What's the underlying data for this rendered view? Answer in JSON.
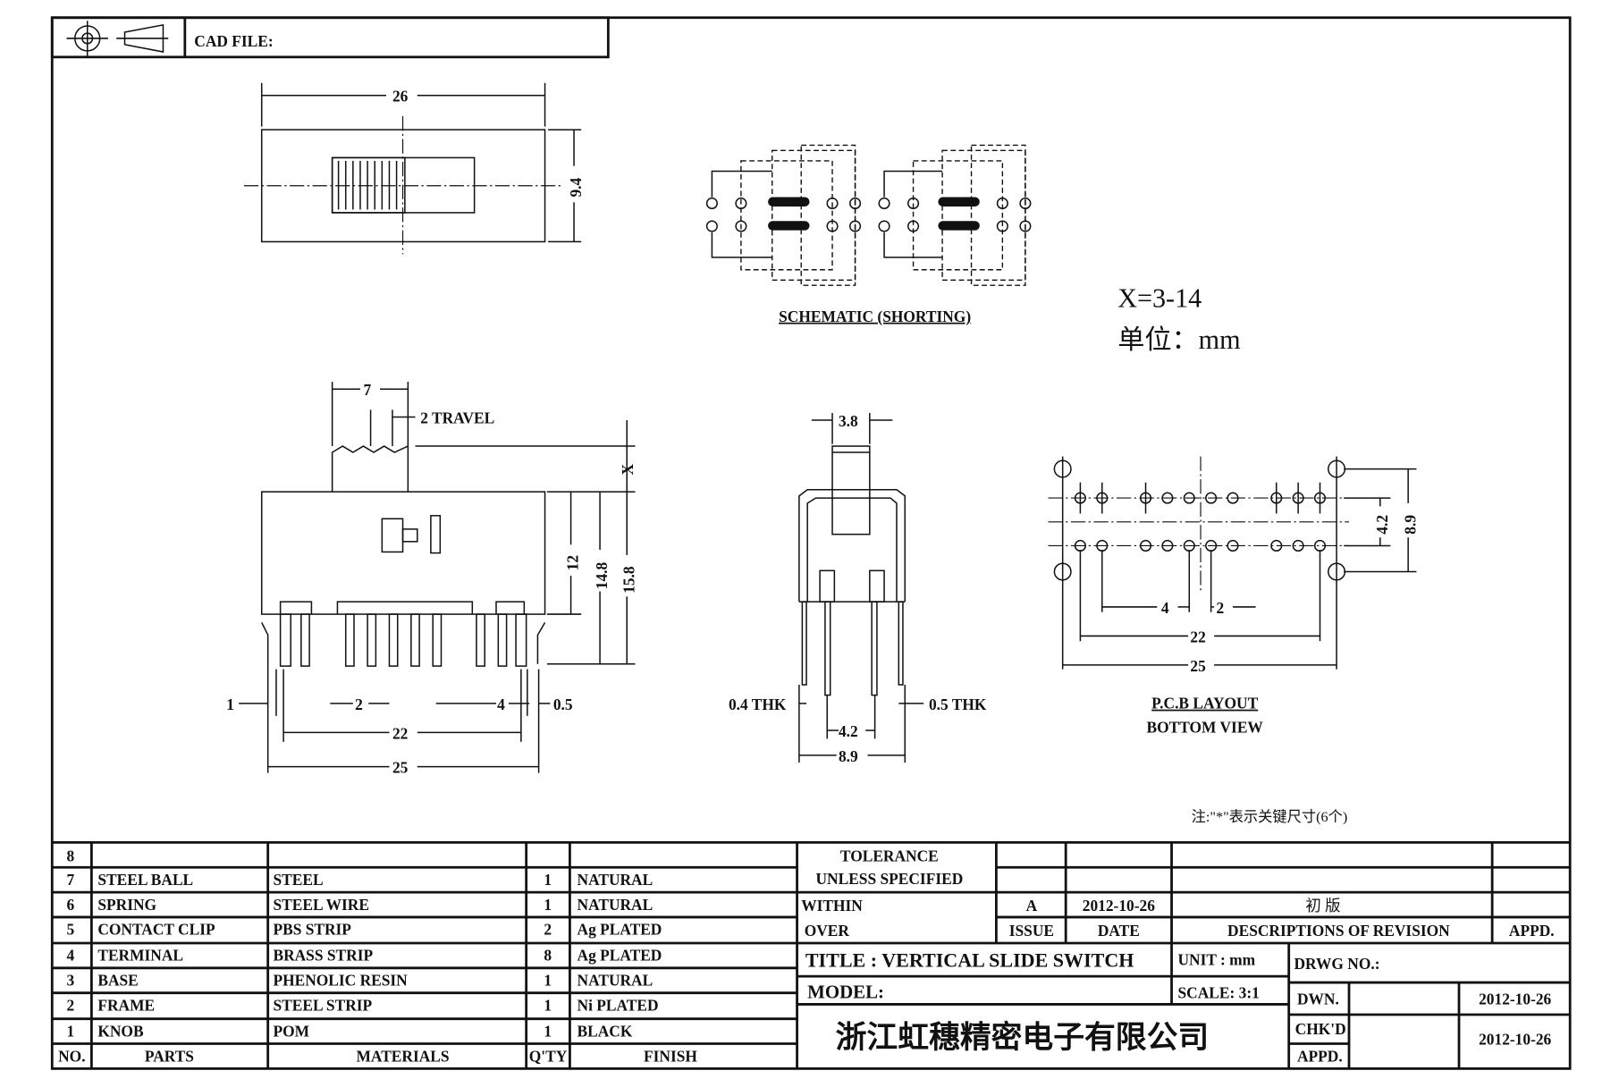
{
  "header": {
    "cad_file_label": "CAD FILE:"
  },
  "top_view": {
    "width_dim": "26",
    "height_dim": "9.4"
  },
  "schematic": {
    "label": "SCHEMATIC (SHORTING)"
  },
  "notes": {
    "x_range": "X=3-14",
    "unit": "单位：mm",
    "key_dims": "注:\"*\"表示关键尺寸(6个)"
  },
  "side_view": {
    "knob_width": "7",
    "travel": "2 TRAVEL",
    "x": "X",
    "h12": "12",
    "h148": "14.8",
    "h158": "15.8",
    "d1": "1",
    "d2": "2",
    "d4": "4",
    "d05": "0.5",
    "d22": "22",
    "d25": "25"
  },
  "front_view": {
    "knob": "3.8",
    "thk04": "0.4 THK",
    "thk05": "0.5 THK",
    "d42": "4.2",
    "d89": "8.9"
  },
  "pcb": {
    "d42": "4.2",
    "d89": "8.9",
    "d4": "4",
    "d2": "2",
    "d22": "22",
    "d25": "25",
    "label": "P.C.B LAYOUT",
    "sublabel": "BOTTOM VIEW"
  },
  "bom": {
    "headers": [
      "NO.",
      "PARTS",
      "MATERIALS",
      "Q'TY",
      "FINISH"
    ],
    "rows": [
      [
        "8",
        "",
        "",
        "",
        ""
      ],
      [
        "7",
        "STEEL BALL",
        "STEEL",
        "1",
        "NATURAL"
      ],
      [
        "6",
        "SPRING",
        "STEEL WIRE",
        "1",
        "NATURAL"
      ],
      [
        "5",
        "CONTACT CLIP",
        "PBS STRIP",
        "2",
        "Ag PLATED"
      ],
      [
        "4",
        "TERMINAL",
        "BRASS STRIP",
        "8",
        "Ag PLATED"
      ],
      [
        "3",
        "BASE",
        "PHENOLIC RESIN",
        "1",
        "NATURAL"
      ],
      [
        "2",
        "FRAME",
        "STEEL STRIP",
        "1",
        "Ni PLATED"
      ],
      [
        "1",
        "KNOB",
        "POM",
        "1",
        "BLACK"
      ]
    ]
  },
  "tolerance": {
    "title": "TOLERANCE",
    "subtitle": "UNLESS  SPECIFIED",
    "within": "WITHIN",
    "over": "OVER"
  },
  "revision": {
    "issue": "A",
    "date": "2012-10-26",
    "description": "初 版",
    "issue_h": "ISSUE",
    "date_h": "DATE",
    "desc_h": "DESCRIPTIONS OF REVISION",
    "appd_h": "APPD."
  },
  "title_block": {
    "title": "TITLE :  VERTICAL SLIDE SWITCH",
    "unit": "UNIT :  mm",
    "drwg_no": "DRWG NO.:",
    "model": "MODEL:",
    "scale": "SCALE:  3:1",
    "company": "浙江虹穗精密电子有限公司",
    "dwn": "DWN.",
    "dwn_date": "2012-10-26",
    "chkd": "CHK'D",
    "appd": "APPD.",
    "chk_date": "2012-10-26"
  }
}
